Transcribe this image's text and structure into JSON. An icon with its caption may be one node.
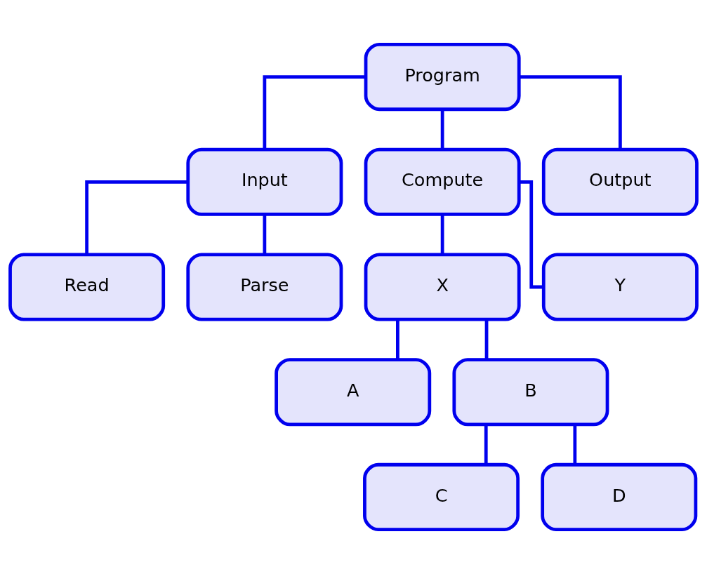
{
  "diagram": {
    "nodes": [
      {
        "text": [
          "Program"
        ]
      },
      {
        "text": [
          "Input"
        ]
      },
      {
        "text": [
          "Compute"
        ]
      },
      {
        "text": [
          "Output"
        ]
      },
      {
        "text": [
          "Read"
        ]
      },
      {
        "text": [
          "Parse"
        ]
      },
      {
        "text": [
          "X"
        ]
      },
      {
        "text": [
          "Y"
        ]
      },
      {
        "text": [
          "A"
        ]
      },
      {
        "text": [
          "B"
        ]
      },
      {
        "text": [
          "C"
        ]
      },
      {
        "text": [
          "D"
        ]
      }
    ],
    "edges": [
      {
        "from": 0,
        "to": 1,
        "arrow": "none"
      },
      {
        "from": 0,
        "to": 2,
        "arrow": "none"
      },
      {
        "from": 0,
        "to": 3,
        "arrow": "none"
      },
      {
        "from": 1,
        "to": 4,
        "arrow": "none"
      },
      {
        "from": 1,
        "to": 5,
        "arrow": "none"
      },
      {
        "from": 2,
        "to": 6,
        "arrow": "none"
      },
      {
        "from": 2,
        "to": 7,
        "arrow": "none"
      },
      {
        "from": 6,
        "to": 8,
        "arrow": "none"
      },
      {
        "from": 6,
        "to": 9,
        "arrow": "none"
      },
      {
        "from": 9,
        "to": 10,
        "arrow": "none"
      },
      {
        "from": 9,
        "to": 11,
        "arrow": "none"
      }
    ]
  }
}
